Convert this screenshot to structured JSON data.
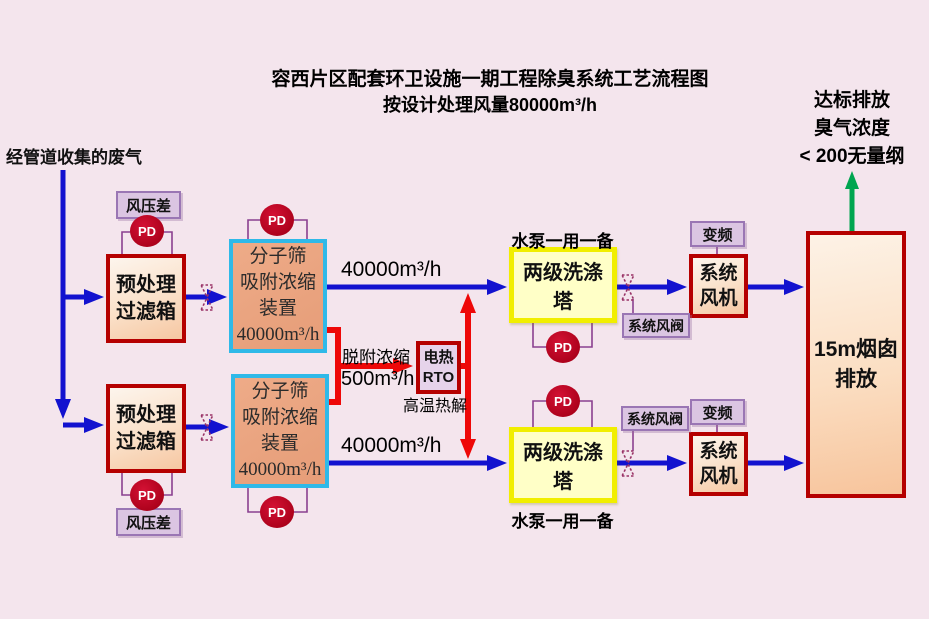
{
  "title": "容西片区配套环卫设施一期工程除臭系统工艺流程图",
  "subtitle": "按设计处理风量80000m³/h",
  "inlet_label": "经管道收集的废气",
  "outlet_note": "达标排放\n臭气浓度\n< 200无量纲",
  "labels": {
    "prefilter": "预处理\n过滤箱",
    "sieve": "分子筛\n吸附浓缩\n装置\n40000m³/h",
    "scrubber": "两级洗涤塔",
    "fan": "系统\n风机",
    "chimney": "15m烟囱\n排放",
    "rto": "电热\nRTO",
    "pressure_diff": "风压差",
    "vfd": "变频",
    "system_valve": "系统风阀",
    "pump_note": "水泵一用一备",
    "pd": "PD",
    "desorption": "脱附浓缩",
    "desorption_flow": "500m³/h",
    "pyrolysis": "高温热解",
    "stream_flow": "40000m³/h"
  },
  "colors": {
    "background": "#f4e5ed",
    "duct_blue": "#1212cf",
    "rto_red": "#ee0808",
    "equipment_border_red": "#b50000",
    "sieve_border_cyan": "#2fb9e8",
    "scrubber_yellow": "#f1ee00",
    "tag_lavender": "#dbc5e2",
    "tag_border_purple": "#9a76b4",
    "pd_circle_red": "#c10023",
    "emission_green": "#00a550",
    "valve_maroon": "#993366"
  }
}
